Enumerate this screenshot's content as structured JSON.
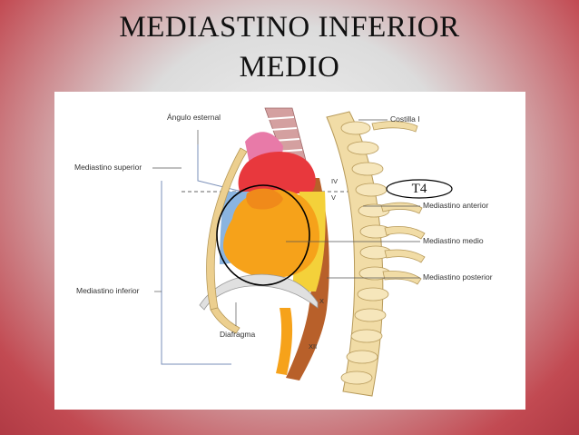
{
  "slide": {
    "title_line1": "MEDIASTINO INFERIOR",
    "title_line2": "MEDIO"
  },
  "diagram": {
    "labels": {
      "angulo_esternal": "Ángulo esternal",
      "costilla": "Costilla I",
      "mediastino_superior": "Mediastino superior",
      "mediastino_anterior": "Mediastino anterior",
      "mediastino_medio": "Mediastino medio",
      "mediastino_posterior": "Mediastino posterior",
      "mediastino_inferior": "Mediastino inferior",
      "diafragma": "Diafragma",
      "vertebra_iv": "IV",
      "vertebra_v": "V",
      "vertebra_x": "X",
      "vertebra_xii": "XII"
    },
    "callout": "T4",
    "colors": {
      "background_edge": "#b03a44",
      "heart_orange": "#f6a21a",
      "superior_red": "#e8383d",
      "anterior_blue": "#8ab4e0",
      "posterior_yellow": "#f4d13a",
      "esophagus_brown": "#b8602a",
      "vertebra_bone": "#f1dca6",
      "sternum_bone": "#eccf8f",
      "trachea_pink": "#e87aa8"
    }
  }
}
